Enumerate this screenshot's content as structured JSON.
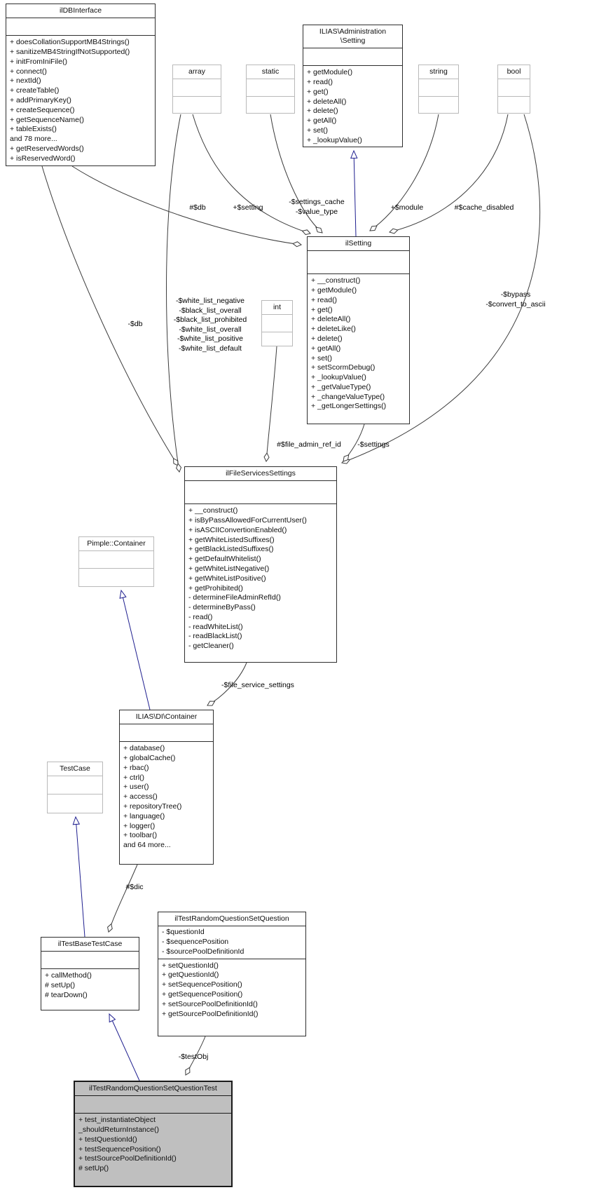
{
  "colors": {
    "background": "#ffffff",
    "inheritance_edge": "#1f1f8f",
    "aggregation_edge": "#3c3c3c",
    "class_border": "#2e2e2e",
    "type_box_border": "#b9b9b9",
    "highlight_fill": "#bfbfbf"
  },
  "classes": {
    "ildbinterface": {
      "title": "ilDBInterface",
      "attributes": [],
      "methods": [
        "+ doesCollationSupportMB4Strings()",
        "+ sanitizeMB4StringIfNotSupported()",
        "+ initFromIniFile()",
        "+ connect()",
        "+ nextId()",
        "+ createTable()",
        "+ addPrimaryKey()",
        "+ createSequence()",
        "+ getSequenceName()",
        "+ tableExists()",
        "and 78 more...",
        "+ getReservedWords()",
        "+ isReservedWord()"
      ]
    },
    "admin_setting": {
      "title": "ILIAS\\Administration\n\\Setting",
      "attributes": [],
      "methods": [
        "+ getModule()",
        "+ read()",
        "+ get()",
        "+ deleteAll()",
        "+ delete()",
        "+ getAll()",
        "+ set()",
        "+ _lookupValue()"
      ]
    },
    "array": {
      "title": "array",
      "attributes": [],
      "methods": []
    },
    "static": {
      "title": "static",
      "attributes": [],
      "methods": []
    },
    "string": {
      "title": "string",
      "attributes": [],
      "methods": []
    },
    "bool": {
      "title": "bool",
      "attributes": [],
      "methods": []
    },
    "int": {
      "title": "int",
      "attributes": [],
      "methods": []
    },
    "ilsetting": {
      "title": "ilSetting",
      "attributes": [],
      "methods": [
        "+ __construct()",
        "+ getModule()",
        "+ read()",
        "+ get()",
        "+ deleteAll()",
        "+ deleteLike()",
        "+ delete()",
        "+ getAll()",
        "+ set()",
        "+ setScormDebug()",
        "+ _lookupValue()",
        "+ _getValueType()",
        "+ _changeValueType()",
        "+ _getLongerSettings()"
      ]
    },
    "fileservicessettings": {
      "title": "ilFileServicesSettings",
      "attributes": [],
      "methods": [
        "+ __construct()",
        "+ isByPassAllowedForCurrentUser()",
        "+ isASCIIConvertionEnabled()",
        "+ getWhiteListedSuffixes()",
        "+ getBlackListedSuffixes()",
        "+ getDefaultWhitelist()",
        "+ getWhiteListNegative()",
        "+ getWhiteListPositive()",
        "+ getProhibited()",
        "- determineFileAdminRefId()",
        "- determineByPass()",
        "- read()",
        "- readWhiteList()",
        "- readBlackList()",
        "- getCleaner()"
      ]
    },
    "pimple_container": {
      "title": "Pimple::Container",
      "attributes": [],
      "methods": []
    },
    "di_container": {
      "title": "ILIAS\\DI\\Container",
      "attributes": [],
      "methods": [
        "+ database()",
        "+ globalCache()",
        "+ rbac()",
        "+ ctrl()",
        "+ user()",
        "+ access()",
        "+ repositoryTree()",
        "+ language()",
        "+ logger()",
        "+ toolbar()",
        "and 64 more..."
      ]
    },
    "testcase": {
      "title": "TestCase",
      "attributes": [],
      "methods": []
    },
    "testbasetestcase": {
      "title": "ilTestBaseTestCase",
      "attributes": [],
      "methods": [
        "+ callMethod()",
        "# setUp()",
        "# tearDown()"
      ]
    },
    "randomquestionsetquestion": {
      "title": "ilTestRandomQuestionSetQuestion",
      "attributes": [
        "- $questionId",
        "- $sequencePosition",
        "- $sourcePoolDefinitionId"
      ],
      "methods": [
        "+ setQuestionId()",
        "+ getQuestionId()",
        "+ setSequencePosition()",
        "+ getSequencePosition()",
        "+ setSourcePoolDefinitionId()",
        "+ getSourcePoolDefinitionId()"
      ]
    },
    "randomquestionsetquestiontest": {
      "title": "ilTestRandomQuestionSetQuestionTest",
      "attributes": [],
      "methods": [
        "+ test_instantiateObject",
        "_shouldReturnInstance()",
        "+ testQuestionId()",
        "+ testSequencePosition()",
        "+ testSourcePoolDefinitionId()",
        "# setUp()"
      ]
    }
  },
  "edge_labels": {
    "db_to_ilsetting": "#$db",
    "setting_member": "+$setting",
    "settings_cache": "-$settings_cache\n-$value_type",
    "module": "+$module",
    "cache_disabled": "#$cache_disabled",
    "db_to_fss": "-$db",
    "white_lists": "-$white_list_negative\n-$black_list_overall\n-$black_list_prohibited\n-$white_list_overall\n-$white_list_positive\n-$white_list_default",
    "file_admin_ref_id": "#$file_admin_ref_id",
    "settings": "-$settings",
    "bypass": "-$bypass\n-$convert_to_ascii",
    "file_service_settings": "-$file_service_settings",
    "dic": "#$dic",
    "testobj": "-$testObj"
  }
}
